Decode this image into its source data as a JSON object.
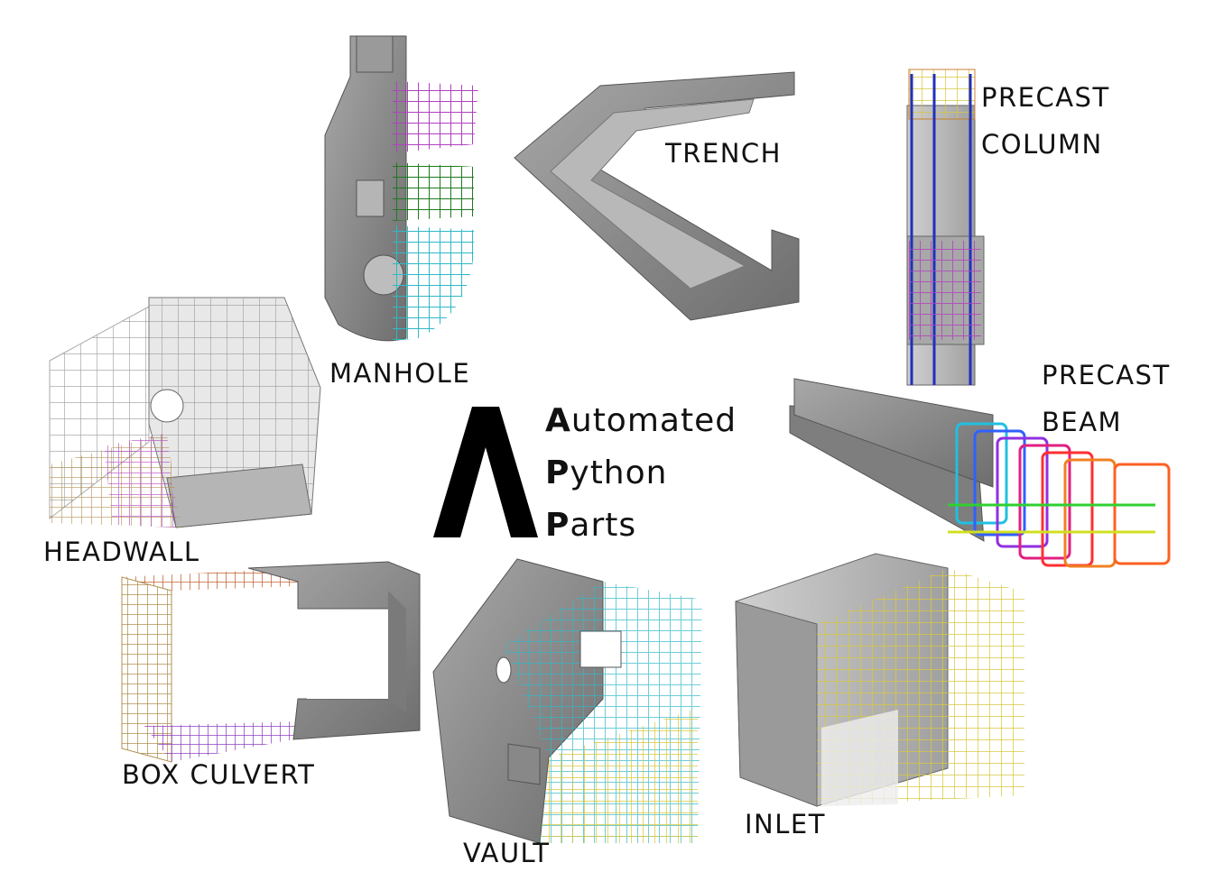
{
  "labels": {
    "manhole": "MANHOLE",
    "trench": "TRENCH",
    "precast_column": [
      "PRECAST",
      "COLUMN"
    ],
    "precast_beam": [
      "PRECAST",
      "BEAM"
    ],
    "headwall": "HEADWALL",
    "box_culvert": "BOX CULVERT",
    "vault": "VAULT",
    "inlet": "INLET"
  },
  "tagline": [
    {
      "initial": "A",
      "rest": "utomated"
    },
    {
      "initial": "P",
      "rest": "ython"
    },
    {
      "initial": "P",
      "rest": "arts"
    }
  ],
  "colors": {
    "concrete": "#8c8c8c",
    "rebar_magenta": "#b040c0",
    "rebar_green": "#1e7a1e",
    "rebar_cyan": "#30b8c8",
    "rebar_yellow": "#d8c840",
    "rebar_orange": "#c06030",
    "rebar_blue": "#2030c0"
  }
}
